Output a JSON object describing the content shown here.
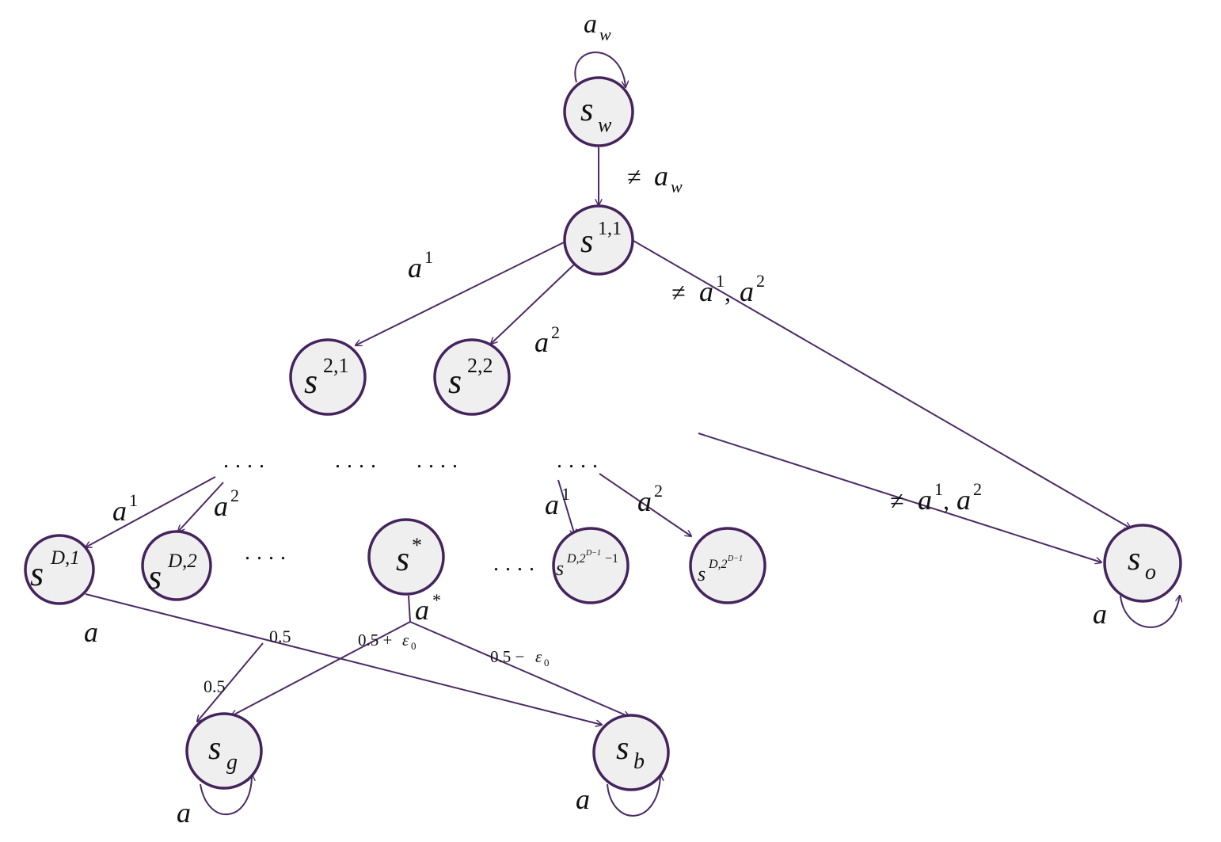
{
  "nodes": {
    "sw": {
      "base": "s",
      "sub": "w"
    },
    "s11": {
      "base": "s",
      "sup": "1,1"
    },
    "s21": {
      "base": "s",
      "sup": "2,1"
    },
    "s22": {
      "base": "s",
      "sup": "2,2"
    },
    "sD1": {
      "base": "s",
      "sup": "D,1"
    },
    "sD2": {
      "base": "s",
      "sup": "D,2"
    },
    "sstar": {
      "base": "s",
      "sup": "*"
    },
    "sDlast1": {
      "base": "s",
      "sup_main": "D,2",
      "sup_exp": "D−1",
      "sup_tail": "−1"
    },
    "sDlast2": {
      "base": "s",
      "sup_main": "D,2",
      "sup_exp": "D−1"
    },
    "so": {
      "base": "s",
      "sub": "o"
    },
    "sg": {
      "base": "s",
      "sub": "g"
    },
    "sb": {
      "base": "s",
      "sub": "b"
    }
  },
  "labels": {
    "aw_loop": {
      "base": "a",
      "sub": "w"
    },
    "neq_aw": {
      "prefix": "≠ ",
      "base": "a",
      "sub": "w"
    },
    "a1_top": {
      "base": "a",
      "sup": "1"
    },
    "a2_top": {
      "base": "a",
      "sup": "2"
    },
    "neq_a1a2_top": {
      "prefix": "≠ ",
      "base": "a",
      "sup": "1",
      "mid": ", ",
      "base2": "a",
      "sup2": "2"
    },
    "a1_left": {
      "base": "a",
      "sup": "1"
    },
    "a2_left": {
      "base": "a",
      "sup": "2"
    },
    "a1_right": {
      "base": "a",
      "sup": "1"
    },
    "a2_right": {
      "base": "a",
      "sup": "2"
    },
    "neq_a1a2_bottom": {
      "prefix": "≠ ",
      "base": "a",
      "sup": "1",
      "mid": ", ",
      "base2": "a",
      "sup2": "2"
    },
    "a_sD1": "a",
    "a_star": {
      "base": "a",
      "sup": "*"
    },
    "p_05_top": "0.5",
    "p_05_left": "0.5",
    "p_plus": {
      "num": "0.5 + ",
      "eps": "ε",
      "sub": "0"
    },
    "p_minus": {
      "num": "0.5 − ",
      "eps": "ε",
      "sub": "0"
    },
    "a_so": "a",
    "a_sg": "a",
    "a_sb": "a"
  },
  "ellipses": [
    "....",
    "....",
    "....",
    "....",
    "....",
    "....",
    "...."
  ],
  "colors": {
    "node_fill": "#efefef",
    "node_stroke": "#45245e",
    "edge": "#4b2a66"
  }
}
